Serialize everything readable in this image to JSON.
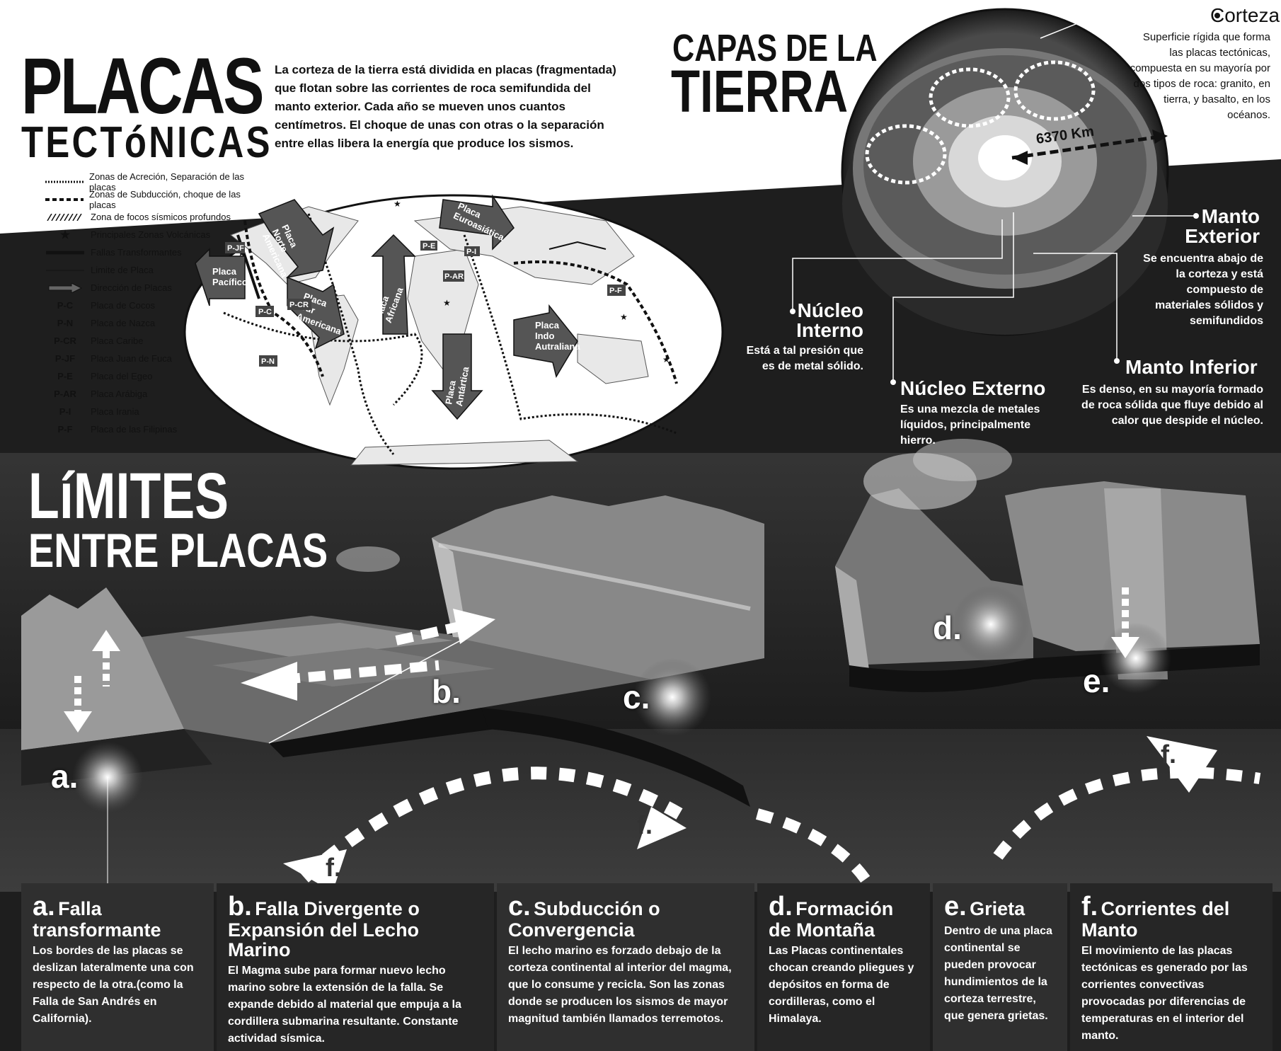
{
  "header": {
    "title_line1": "PLACAS",
    "title_line2": "TECTóNICAS",
    "intro": "La corteza de la tierra está dividida en placas (fragmentada) que flotan sobre las corrientes de roca semifundida del manto exterior. Cada año se mueven unos cuantos centímetros. El choque de unas con otras o la separación entre ellas libera la energía que produce los sismos."
  },
  "legend": [
    {
      "symbol": "dotted-line",
      "label": "Zonas de Acreción, Separación de las placas"
    },
    {
      "symbol": "dashed-line",
      "label": "Zonas de Subducción, choque de las placas"
    },
    {
      "symbol": "hatched",
      "label": "Zona de focos sísmicos profundos"
    },
    {
      "symbol": "star",
      "label": "Principales Zonas Volcánicas"
    },
    {
      "symbol": "thick-line",
      "label": "Fallas Transformantes"
    },
    {
      "symbol": "thin-line",
      "label": "Limite de Placa"
    },
    {
      "symbol": "arrow",
      "label": "Dirección de Placas"
    },
    {
      "code": "P-C",
      "label": "Placa de Cocos"
    },
    {
      "code": "P-N",
      "label": "Placa de Nazca"
    },
    {
      "code": "P-CR",
      "label": "Placa Caribe"
    },
    {
      "code": "P-JF",
      "label": "Placa Juan de Fuca"
    },
    {
      "code": "P-E",
      "label": "Placa del Egeo"
    },
    {
      "code": "P-AR",
      "label": "Placa Arábiga"
    },
    {
      "code": "P-I",
      "label": "Placa Irania"
    },
    {
      "code": "P-F",
      "label": "Placa de las Filipinas"
    }
  ],
  "map": {
    "plates": [
      {
        "name": "Placa Norte Americana",
        "lines": [
          "Placa",
          "Norte",
          "Americana"
        ]
      },
      {
        "name": "Placa Pacífico",
        "lines": [
          "Placa",
          "Pacífico"
        ]
      },
      {
        "name": "Placa Sur Americana",
        "lines": [
          "Placa",
          "Sur",
          "Americana"
        ]
      },
      {
        "name": "Placa Africana",
        "lines": [
          "Placa",
          "Africana"
        ]
      },
      {
        "name": "Placa Euroasiática",
        "lines": [
          "Placa",
          "Euroasiática"
        ]
      },
      {
        "name": "Placa Indo Autraliana",
        "lines": [
          "Placa",
          "Indo",
          "Autraliana"
        ]
      },
      {
        "name": "Placa Antártica",
        "lines": [
          "Placa",
          "Antártica"
        ]
      }
    ],
    "codes": [
      "P-JF",
      "P-C",
      "P-CR",
      "P-N",
      "P-E",
      "P-AR",
      "P-I",
      "P-F"
    ]
  },
  "layers": {
    "title_line1": "CAPAS DE LA",
    "title_line2": "TIERRA",
    "radius_label": "6370 Km",
    "items": [
      {
        "title": "Corteza",
        "desc": "Superficie rígida que forma las placas tectónicas, compuesta en su mayoría por dos tipos de roca: granito, en tierra, y basalto, en los océanos."
      },
      {
        "title": "Manto Exterior",
        "desc": "Se encuentra abajo de la corteza y está compuesto de materiales sólidos y semifundidos"
      },
      {
        "title": "Núcleo Interno",
        "desc": "Está a tal presión que es de metal sólido."
      },
      {
        "title": "Núcleo Externo",
        "desc": "Es una mezcla de metales líquidos, principalmente hierro."
      },
      {
        "title": "Manto Inferior",
        "desc": "Es denso, en su mayoría formado de roca sólida que fluye debido al calor que despide el núcleo."
      }
    ]
  },
  "limits": {
    "title_line1": "LíMITES",
    "title_line2": "ENTRE PLACAS",
    "scene_labels": [
      "a.",
      "b.",
      "c.",
      "d.",
      "e.",
      "f.",
      "f.",
      "f."
    ],
    "panels": [
      {
        "letter": "a.",
        "title": "Falla transformante",
        "desc": "Los bordes de las placas se deslizan lateralmente una con respecto de la otra.(como la Falla de San Andrés en California)."
      },
      {
        "letter": "b.",
        "title": "Falla Divergente o Expansión del Lecho Marino",
        "desc": "El Magma sube para formar nuevo lecho marino sobre la extensión de la falla. Se expande debido al material que empuja a la cordillera submarina resultante. Constante actividad sísmica."
      },
      {
        "letter": "c.",
        "title": "Subducción o Convergencia",
        "desc": "El lecho marino es forzado debajo de la corteza continental al interior del magma, que lo consume y recicla. Son las zonas donde se producen los sismos de mayor magnitud también llamados terremotos."
      },
      {
        "letter": "d.",
        "title": "Formación de Montaña",
        "desc": "Las Placas continentales chocan creando pliegues y depósitos en forma de cordilleras, como el Himalaya."
      },
      {
        "letter": "e.",
        "title": "Grieta",
        "desc": "Dentro de una placa continental se pueden provocar hundimientos de la corteza terrestre, que genera grietas."
      },
      {
        "letter": "f.",
        "title": "Corrientes del Manto",
        "desc": "El movimiento de las placas tectónicas es generado por las corrientes convectivas provocadas por diferencias de temperaturas en el interior del manto."
      }
    ]
  }
}
